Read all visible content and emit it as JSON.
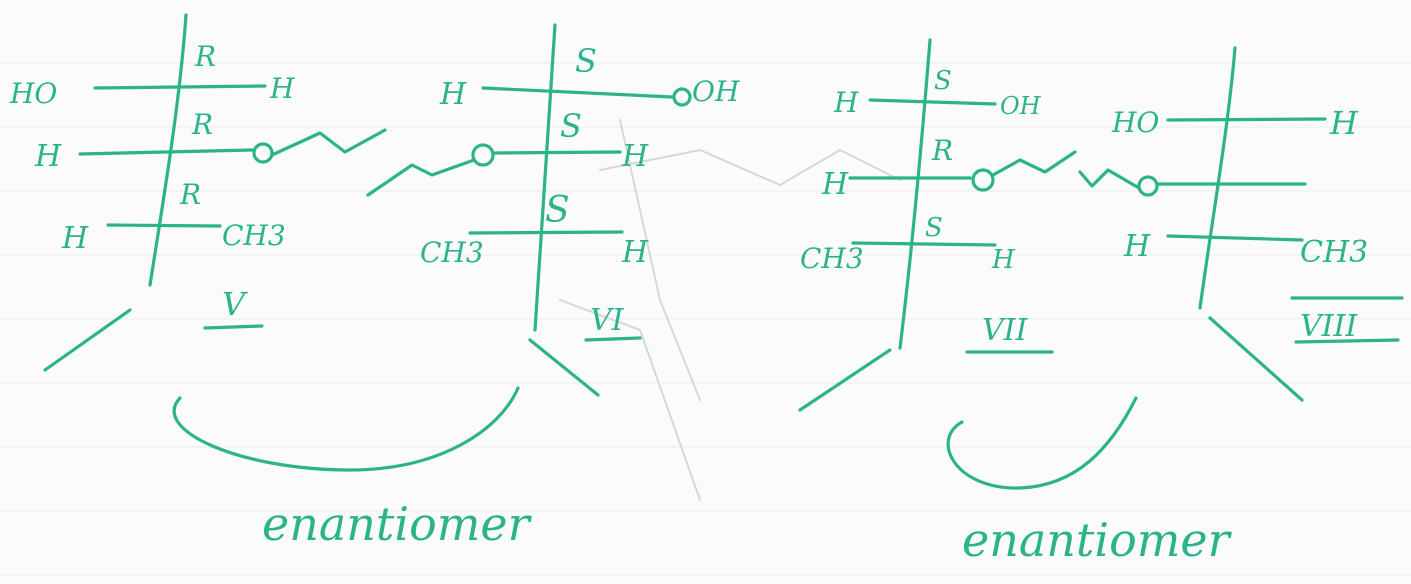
{
  "colors": {
    "ink": "#2bb38a",
    "paper": "#fbfbfb",
    "rule": "#e9ecef"
  },
  "structures": [
    {
      "roman": "V",
      "centers": [
        "R",
        "R",
        "R"
      ],
      "rows": [
        {
          "left": "HO",
          "right": "H"
        },
        {
          "left": "H",
          "right": "O"
        },
        {
          "left": "H",
          "right": "CH3"
        }
      ]
    },
    {
      "roman": "VI",
      "centers": [
        "S",
        "S",
        "S"
      ],
      "rows": [
        {
          "left": "H",
          "right": "OH"
        },
        {
          "left": "O",
          "right": "H"
        },
        {
          "left": "CH3",
          "right": "H"
        }
      ]
    },
    {
      "roman": "VII",
      "centers": [
        "S",
        "R",
        "S"
      ],
      "rows": [
        {
          "left": "H",
          "right": "OH"
        },
        {
          "left": "H",
          "right": "O"
        },
        {
          "left": "CH3",
          "right": "H"
        }
      ]
    },
    {
      "roman": "VIII",
      "centers": [],
      "rows": [
        {
          "left": "HO",
          "right": "H"
        },
        {
          "left": "O",
          "right": ""
        },
        {
          "left": "H",
          "right": "CH3"
        }
      ]
    }
  ],
  "relations": [
    {
      "label": "enantiomer"
    },
    {
      "label": "enantiomer"
    }
  ]
}
